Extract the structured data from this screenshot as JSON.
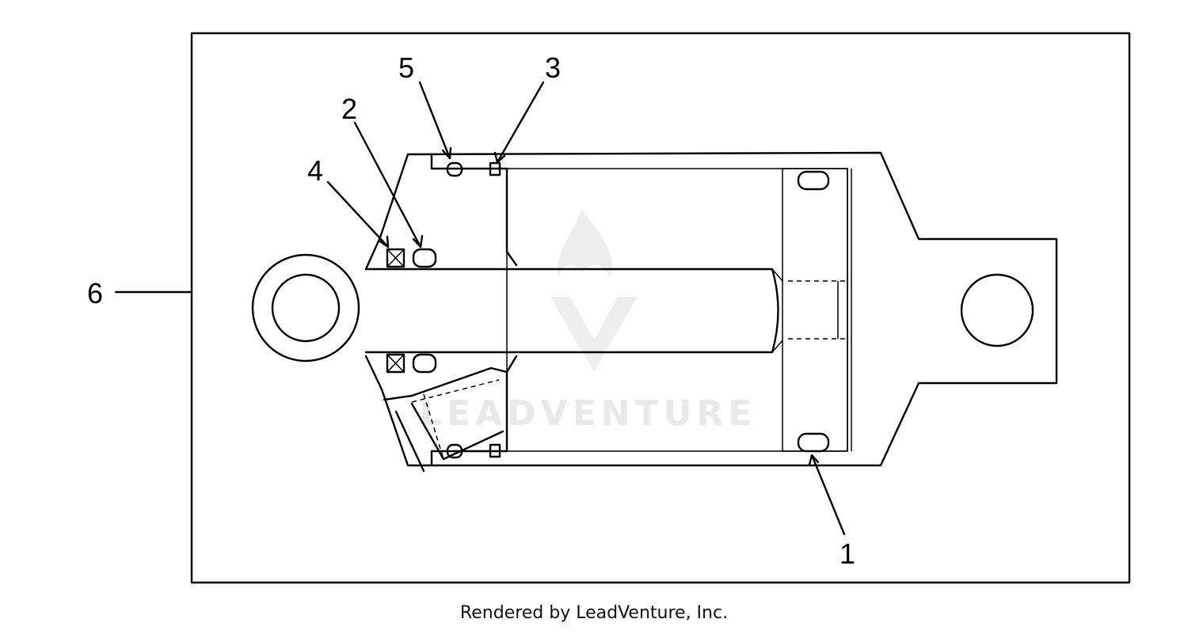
{
  "diagram": {
    "callouts": [
      {
        "id": "1",
        "label": "1"
      },
      {
        "id": "2",
        "label": "2"
      },
      {
        "id": "3",
        "label": "3"
      },
      {
        "id": "4",
        "label": "4"
      },
      {
        "id": "5",
        "label": "5"
      },
      {
        "id": "6",
        "label": "6"
      }
    ],
    "watermark": "LEADVENTURE"
  },
  "caption": "Rendered by LeadVenture, Inc."
}
